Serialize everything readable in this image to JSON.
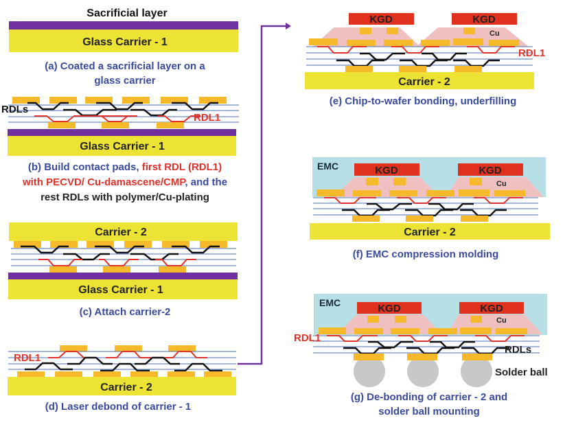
{
  "colors": {
    "sacrificial": "#7030a0",
    "carrier": "#ede335",
    "pad": "#f5b929",
    "rdl_black": "#111111",
    "rdl_red": "#e0322a",
    "line_blue": "#4a6fb5",
    "kgd": "#e0301e",
    "underfill": "#f0c0c0",
    "emc": "#b7dfe6",
    "solder": "#c8c8c8",
    "caption_blue": "#3a4aa0",
    "caption_red": "#e0322a",
    "arrow": "#7030a0"
  },
  "panels": {
    "a": {
      "top_label": "Sacrificial layer",
      "carrier_label": "Glass Carrier - 1",
      "caption_lines": [
        "(a) Coated a sacrificial layer on a",
        "glass carrier"
      ]
    },
    "b": {
      "rdls_label": "RDLs",
      "rdl1_label": "RDL1",
      "carrier_label": "Glass Carrier - 1",
      "caption_line1_blue": "(b) Build contact pads, ",
      "caption_line1_red": "first RDL (RDL1)",
      "caption_line2_red": "with PECVD/ Cu-damascene/CMP",
      "caption_line2_blue": ", and the",
      "caption_line3_black": "rest RDLs with polymer/Cu-plating"
    },
    "c": {
      "carrier2_label": "Carrier - 2",
      "carrier1_label": "Glass Carrier - 1",
      "caption": "(c) Attach carrier-2"
    },
    "d": {
      "rdl1_label": "RDL1",
      "carrier_label": "Carrier - 2",
      "caption": "(d) Laser debond of carrier - 1"
    },
    "e": {
      "kgd_label": "KGD",
      "cu_label": "Cu",
      "rdl1_label": "RDL1",
      "carrier_label": "Carrier - 2",
      "caption": "(e) Chip-to-wafer bonding, underfilling"
    },
    "f": {
      "emc_label": "EMC",
      "kgd_label": "KGD",
      "cu_label": "Cu",
      "carrier_label": "Carrier - 2",
      "caption": "(f) EMC compression molding"
    },
    "g": {
      "emc_label": "EMC",
      "kgd_label": "KGD",
      "cu_label": "Cu",
      "rdl1_label": "RDL1",
      "rdls_label": "RDLs",
      "solder_label": "Solder ball",
      "caption_lines": [
        "(g) De-bonding of carrier - 2 and",
        "solder ball mounting"
      ]
    }
  }
}
